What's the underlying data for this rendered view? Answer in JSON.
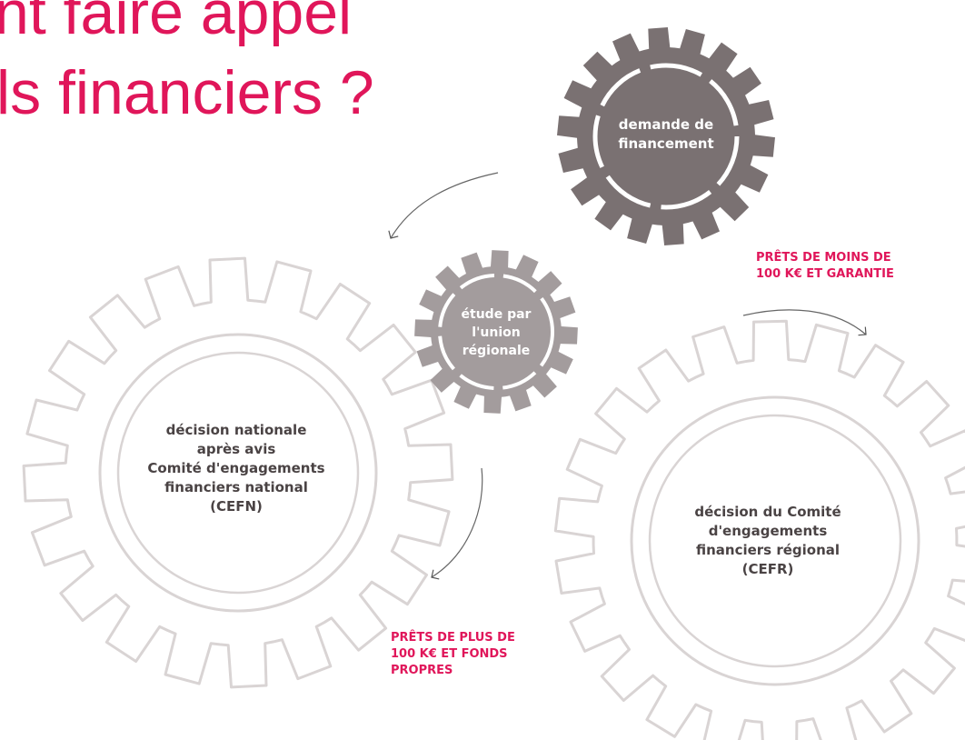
{
  "title": {
    "line1": "nt faire appel",
    "line2": "ls financiers ?"
  },
  "gears": {
    "top": {
      "label": [
        "demande de",
        "financement"
      ]
    },
    "middle": {
      "label": [
        "étude par",
        "l'union",
        "régionale"
      ]
    },
    "left": {
      "label": [
        "décision nationale",
        "après avis",
        "Comité d'engagements",
        "financiers national",
        "(CEFN)"
      ]
    },
    "right": {
      "label": [
        "décision du Comité",
        "d'engagements",
        "financiers régional",
        "(CEFR)"
      ]
    }
  },
  "flows": {
    "small_loans": [
      "PRÊTS DE MOINS DE",
      "100 K€ ET GARANTIE"
    ],
    "large_loans": [
      "PRÊTS DE PLUS DE",
      "100 K€ ET FONDS",
      "PROPRES"
    ]
  },
  "colors": {
    "accent": "#e0165a",
    "gear_dark": "#7a7172",
    "gear_medium": "#a39c9d",
    "gear_outline": "#d9d4d4",
    "text_dark": "#4a4344"
  }
}
